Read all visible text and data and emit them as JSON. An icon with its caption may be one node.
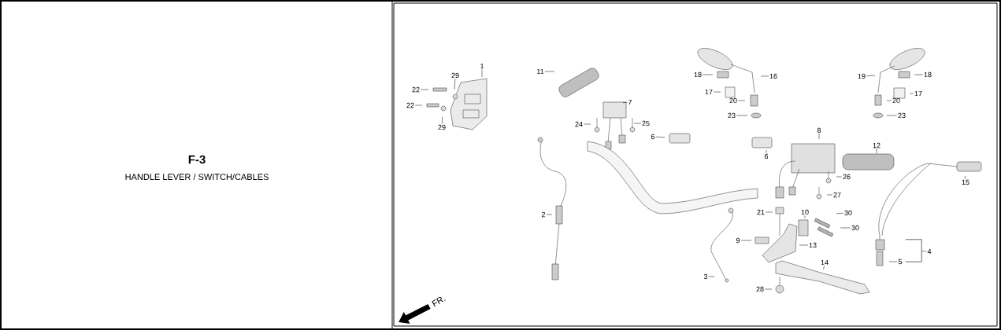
{
  "diagram": {
    "title": "F-3",
    "caption": "HANDLE LEVER / SWITCH/CABLES",
    "nodes": [
      {
        "text": [
          "1"
        ]
      },
      {
        "text": [
          "29"
        ]
      },
      {
        "text": [
          "22"
        ]
      },
      {
        "text": [
          "22"
        ]
      },
      {
        "text": [
          "29"
        ]
      },
      {
        "text": [
          "11"
        ]
      },
      {
        "text": [
          "7"
        ]
      },
      {
        "text": [
          "24"
        ]
      },
      {
        "text": [
          "25"
        ]
      },
      {
        "text": [
          "6"
        ]
      },
      {
        "text": [
          "18"
        ]
      },
      {
        "text": [
          "16"
        ]
      },
      {
        "text": [
          "17"
        ]
      },
      {
        "text": [
          "20"
        ]
      },
      {
        "text": [
          "23"
        ]
      },
      {
        "text": [
          "6"
        ]
      },
      {
        "text": [
          "8"
        ]
      },
      {
        "text": [
          "12"
        ]
      },
      {
        "text": [
          "15"
        ]
      },
      {
        "text": [
          "19"
        ]
      },
      {
        "text": [
          "18"
        ]
      },
      {
        "text": [
          "17"
        ]
      },
      {
        "text": [
          "20"
        ]
      },
      {
        "text": [
          "23"
        ]
      },
      {
        "text": [
          "26"
        ]
      },
      {
        "text": [
          "27"
        ]
      },
      {
        "text": [
          "2"
        ]
      },
      {
        "text": [
          "21"
        ]
      },
      {
        "text": [
          "10"
        ]
      },
      {
        "text": [
          "30"
        ]
      },
      {
        "text": [
          "30"
        ]
      },
      {
        "text": [
          "9"
        ]
      },
      {
        "text": [
          "13"
        ]
      },
      {
        "text": [
          "14"
        ]
      },
      {
        "text": [
          "3"
        ]
      },
      {
        "text": [
          "28"
        ]
      },
      {
        "text": [
          "4"
        ]
      },
      {
        "text": [
          "5"
        ]
      },
      {
        "text": [],
        "shape": "bracket"
      }
    ],
    "edges": [
      {
        "from": 0,
        "to": null,
        "arrow": "none"
      },
      {
        "from": 1,
        "to": null,
        "arrow": "none"
      },
      {
        "from": 2,
        "to": null,
        "arrow": "none"
      },
      {
        "from": 3,
        "to": null,
        "arrow": "none"
      },
      {
        "from": 4,
        "to": null,
        "arrow": "none"
      },
      {
        "from": 5,
        "to": null,
        "arrow": "none"
      },
      {
        "from": 6,
        "to": null,
        "arrow": "none"
      },
      {
        "from": 7,
        "to": null,
        "arrow": "none"
      },
      {
        "from": 8,
        "to": null,
        "arrow": "none"
      },
      {
        "from": 9,
        "to": null,
        "arrow": "none"
      },
      {
        "from": 10,
        "to": null,
        "arrow": "none"
      },
      {
        "from": 11,
        "to": null,
        "arrow": "none"
      },
      {
        "from": 12,
        "to": null,
        "arrow": "none"
      },
      {
        "from": 13,
        "to": null,
        "arrow": "none"
      },
      {
        "from": 14,
        "to": null,
        "arrow": "none"
      },
      {
        "from": 15,
        "to": null,
        "arrow": "none"
      },
      {
        "from": 16,
        "to": null,
        "arrow": "none"
      },
      {
        "from": 17,
        "to": null,
        "arrow": "none"
      },
      {
        "from": 18,
        "to": null,
        "arrow": "none"
      },
      {
        "from": 19,
        "to": null,
        "arrow": "none"
      },
      {
        "from": 20,
        "to": null,
        "arrow": "none"
      },
      {
        "from": 21,
        "to": null,
        "arrow": "none"
      },
      {
        "from": 22,
        "to": null,
        "arrow": "none"
      },
      {
        "from": 23,
        "to": null,
        "arrow": "none"
      },
      {
        "from": 24,
        "to": null,
        "arrow": "none"
      },
      {
        "from": 25,
        "to": null,
        "arrow": "none"
      },
      {
        "from": 26,
        "to": null,
        "arrow": "none"
      },
      {
        "from": 27,
        "to": null,
        "arrow": "none"
      },
      {
        "from": 28,
        "to": null,
        "arrow": "none"
      },
      {
        "from": 29,
        "to": null,
        "arrow": "none"
      },
      {
        "from": 30,
        "to": null,
        "arrow": "none"
      },
      {
        "from": 31,
        "to": null,
        "arrow": "none"
      },
      {
        "from": 32,
        "to": null,
        "arrow": "none"
      },
      {
        "from": 33,
        "to": null,
        "arrow": "none"
      },
      {
        "from": 34,
        "to": null,
        "arrow": "none"
      },
      {
        "from": 35,
        "to": null,
        "arrow": "none"
      },
      {
        "from": 36,
        "to": 38,
        "arrow": "none"
      },
      {
        "from": 37,
        "to": null,
        "arrow": "none"
      }
    ],
    "labels": [
      "FR."
    ]
  }
}
